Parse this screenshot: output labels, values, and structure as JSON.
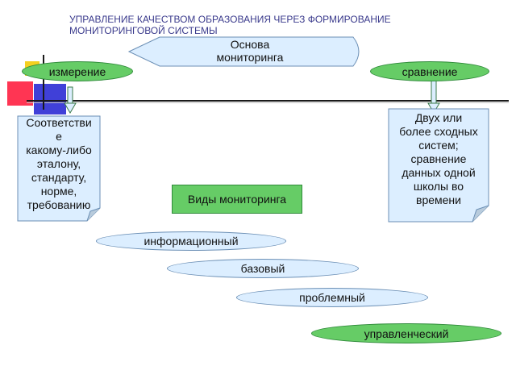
{
  "title_line1": "УПРАВЛЕНИЕ КАЧЕСТВОМ ОБРАЗОВАНИЯ ЧЕРЕЗ ФОРМИРОВАНИЕ",
  "title_line2": "МОНИТОРИНГОВОЙ СИСТЕМЫ",
  "basis_line1": "Основа",
  "basis_line2": "мониторинга",
  "measurement": "измерение",
  "comparison": "сравнение",
  "measurement_note": [
    "Соответстви",
    "е",
    "какому-либо",
    "эталону,",
    "стандарту,",
    "норме,",
    "требованию"
  ],
  "comparison_note": [
    "Двух или",
    "более сходных",
    "систем;",
    "сравнение",
    "данных одной",
    "школы во",
    "времени"
  ],
  "types_label": "Виды мониторинга",
  "types": [
    "информационный",
    "базовый",
    "проблемный",
    "управленческий"
  ],
  "colors": {
    "green": "#66cc66",
    "light_blue": "#dceeff",
    "title": "#3a3a8c"
  }
}
